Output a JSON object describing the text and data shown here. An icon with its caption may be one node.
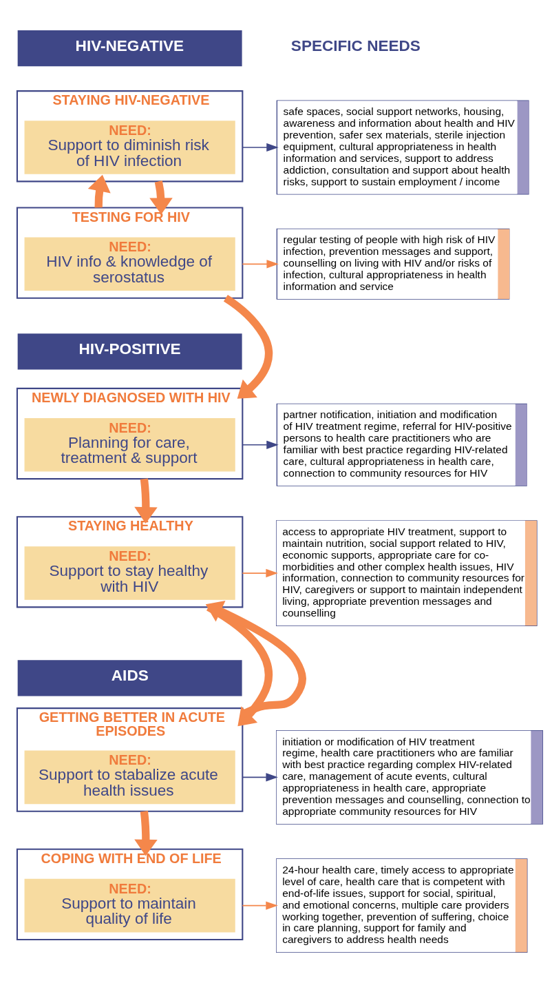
{
  "diagram": {
    "nodes": [
      {
        "text": [
          "HIV-NEGATIVE"
        ]
      },
      {
        "text": [
          "STAYING HIV-NEGATIVE"
        ]
      },
      {
        "text": [
          "NEED:",
          "Support to diminish risk of HIV infection"
        ],
        "in": 1
      },
      {
        "text": [
          "TESTING FOR HIV"
        ]
      },
      {
        "text": [
          "NEED:",
          "HIV info & knowledge of serostatus"
        ],
        "in": 3
      },
      {
        "text": [
          "HIV-POSITIVE"
        ]
      },
      {
        "text": [
          "NEWLY DIAGNOSED WITH HIV"
        ]
      },
      {
        "text": [
          "NEED:",
          "Planning for care, treatment & support"
        ],
        "in": 6
      },
      {
        "text": [
          "STAYING HEALTHY"
        ]
      },
      {
        "text": [
          "NEED:",
          "Support to stay healthy with HIV"
        ],
        "in": 8
      },
      {
        "text": [
          "AIDS"
        ]
      },
      {
        "text": [
          "GETTING BETTER IN ACUTE EPISODES"
        ]
      },
      {
        "text": [
          "NEED:",
          "Support to stabalize acute health issues"
        ],
        "in": 11
      },
      {
        "text": [
          "COPING WITH END OF LIFE"
        ]
      },
      {
        "text": [
          "NEED:",
          "Support to maintain quality of life"
        ],
        "in": 13
      },
      {
        "text": [
          "safe spaces, social support networks, housing, awareness and information about health and HIV prevention, safer sex materials, sterile injection equipment, cultural appropriateness in health information and services, support to address addiction, consultation and support about health risks, support to sustain employment / income"
        ]
      },
      {
        "text": [
          "regular testing of people with high risk of HIV infection, prevention messages and support, counselling on living with HIV and/or risks of infection, cultural appropriateness in health information and service"
        ]
      },
      {
        "text": [
          "partner notification, initiation and modification of HIV treatment regime, referral for HIV-positive persons to health care practitioners who are familiar with best practice regarding HIV-related care, cultural appropriateness in health care, connection to community resources for HIV"
        ]
      },
      {
        "text": [
          "access to appropriate HIV treatment, support to maintain nutrition, social support related to HIV, economic supports, appropriate care for co-morbidities and other complex health issues, HIV information, connection to community resources for HIV, caregivers or support to maintain independent living, appropriate prevention messages and counselling"
        ]
      },
      {
        "text": [
          "initiation or modification of HIV treatment regime, health care practitioners who are familiar with best practice regarding complex HIV-related care, management of acute events, cultural appropriateness in health care, appropriate prevention messages and counselling, connection to appropriate community resources for HIV"
        ]
      },
      {
        "text": [
          "24-hour health care, timely access to appropriate level of care, health care that is competent with end-of-life issues, support for social, spiritual, and emotional concerns, multiple care providers working together, prevention of suffering, choice in care planning, support for family and caregivers to address health needs"
        ]
      }
    ],
    "edges": [
      {
        "from": 1,
        "to": 3,
        "arrow": "to"
      },
      {
        "from": 3,
        "to": 1,
        "arrow": "to"
      },
      {
        "from": 3,
        "to": 6,
        "arrow": "to"
      },
      {
        "from": 6,
        "to": 8,
        "arrow": "to"
      },
      {
        "from": 8,
        "to": 11,
        "arrow": "to"
      },
      {
        "from": 11,
        "to": 8,
        "arrow": "to"
      },
      {
        "from": 11,
        "to": 13,
        "arrow": "to"
      },
      {
        "from": 1,
        "to": 15,
        "arrow": "to",
        "color": "#3f4787"
      },
      {
        "from": 3,
        "to": 16,
        "arrow": "to"
      },
      {
        "from": 6,
        "to": 17,
        "arrow": "to",
        "color": "#3f4787"
      },
      {
        "from": 8,
        "to": 18,
        "arrow": "to"
      },
      {
        "from": 11,
        "to": 19,
        "arrow": "to",
        "color": "#3f4787"
      },
      {
        "from": 13,
        "to": 20,
        "arrow": "to"
      }
    ],
    "labels": [
      "SPECIFIC NEEDS"
    ]
  }
}
